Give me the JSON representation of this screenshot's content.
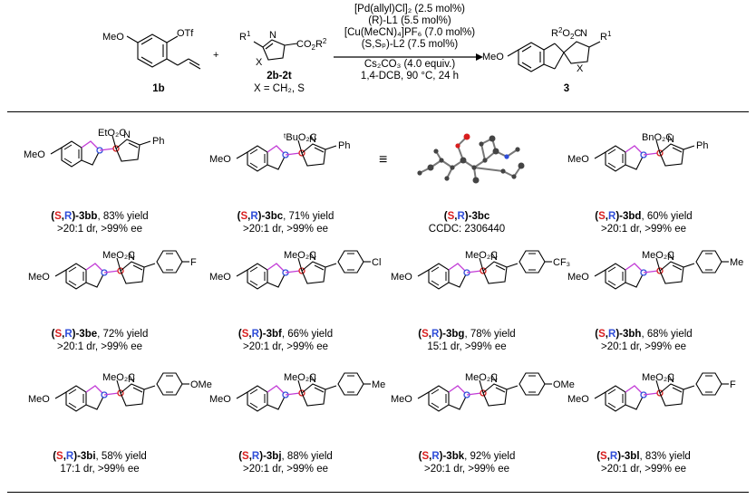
{
  "header": {
    "reactant1": {
      "label": "1b",
      "groups": [
        "MeO",
        "OTf"
      ]
    },
    "plus": "+",
    "reactant2": {
      "label": "2b-2t",
      "note": "X = CH₂, S",
      "groups": [
        "R",
        "1",
        "N",
        "CO",
        "2",
        "R",
        "2",
        "X"
      ]
    },
    "product": {
      "label": "3",
      "groups": [
        "MeO",
        "R",
        "2",
        "O",
        "2",
        "C",
        "N",
        "R",
        "1",
        "X"
      ]
    },
    "conditions": [
      "[Pd(allyl)Cl]₂ (2.5 mol%)",
      "(R)-L1 (5.5 mol%)",
      "[Cu(MeCN)₄]PF₆ (7.0 mol%)",
      "(S,Sₚ)-L2 (7.5 mol%)",
      "Cs₂CO₃ (4.0 equiv.)",
      "1,4-DCB, 90 °C, 24 h"
    ]
  },
  "stereo": {
    "open": "(",
    "s": "S",
    "comma": ",",
    "r": "R",
    "close": ")"
  },
  "compounds": [
    {
      "id": "-3bb",
      "yield": ", 83% yield",
      "line2": ">20:1 dr, >99% ee",
      "ester": "EtO₂C",
      "aryl": "Ph"
    },
    {
      "id": "-3bc",
      "yield": ", 71% yield",
      "line2": ">20:1 dr, >99% ee",
      "ester": "ᵗBuO₂C",
      "aryl": "Ph"
    },
    {
      "id": "-3bc",
      "yield": "",
      "line2": "CCDC: 2306440",
      "crystal": true
    },
    {
      "id": "-3bd",
      "yield": ", 60% yield",
      "line2": ">20:1 dr, >99% ee",
      "ester": "BnO₂C",
      "aryl": "Ph"
    },
    {
      "id": "-3be",
      "yield": ", 72% yield",
      "line2": ">20:1 dr, >99% ee",
      "ester": "MeO₂C",
      "aryl": "F"
    },
    {
      "id": "-3bf",
      "yield": ", 66% yield",
      "line2": ">20:1 dr, >99% ee",
      "ester": "MeO₂C",
      "aryl": "Cl"
    },
    {
      "id": "-3bg",
      "yield": ", 78% yield",
      "line2": "15:1 dr, >99% ee",
      "ester": "MeO₂C",
      "aryl": "CF₃"
    },
    {
      "id": "-3bh",
      "yield": ", 68% yield",
      "line2": ">20:1 dr, >99% ee",
      "ester": "MeO₂C",
      "aryl": "Me"
    },
    {
      "id": "-3bi",
      "yield": ", 58% yield",
      "line2": "17:1 dr, >99% ee",
      "ester": "MeO₂C",
      "aryl": "OMe"
    },
    {
      "id": "-3bj",
      "yield": ", 88% yield",
      "line2": ">20:1 dr, >99% ee",
      "ester": "MeO₂C",
      "aryl": "Me"
    },
    {
      "id": "-3bk",
      "yield": ", 92% yield",
      "line2": ">20:1 dr, >99% ee",
      "ester": "MeO₂C",
      "aryl": "OMe"
    },
    {
      "id": "-3bl",
      "yield": ", 83% yield",
      "line2": ">20:1 dr, >99% ee",
      "ester": "MeO₂C",
      "aryl": "F"
    }
  ],
  "common": {
    "meo": "MeO",
    "n": "N",
    "equiv": "≡"
  }
}
